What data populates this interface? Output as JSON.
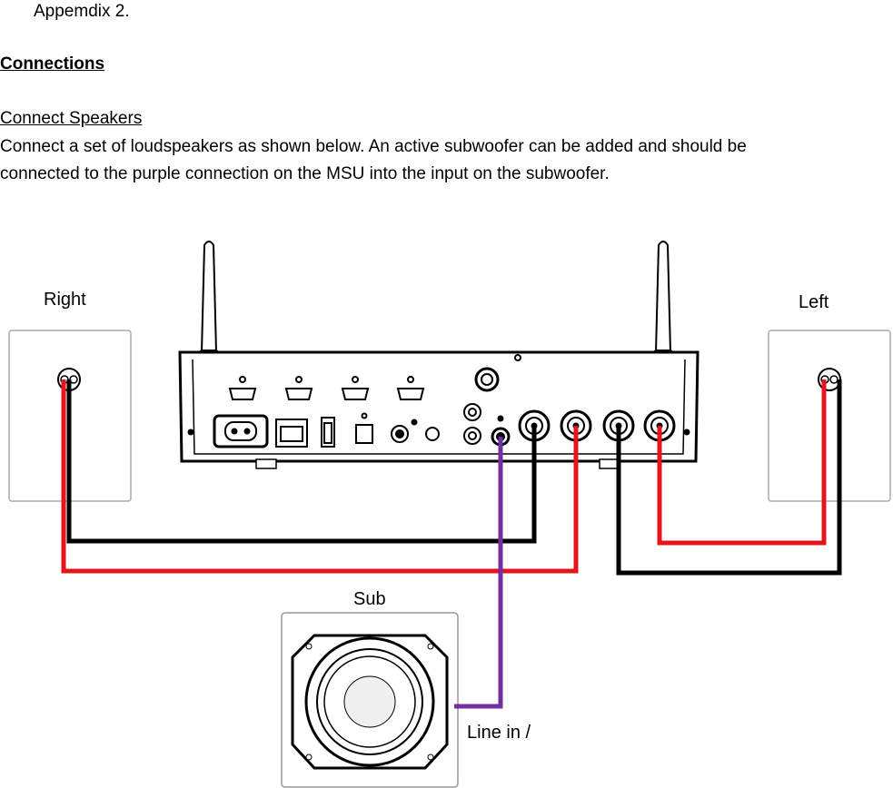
{
  "doc": {
    "appendix": "Appemdix 2.",
    "heading": "Connections",
    "subheading": "Connect Speakers",
    "body_line1": "Connect a set of loudspeakers as shown below. An active subwoofer can be added and should be",
    "body_line2": "connected to the purple connection on the MSU into the input on the subwoofer."
  },
  "diagram": {
    "label_right": "Right",
    "label_left": "Left",
    "label_sub": "Sub",
    "label_linein": "Line in /",
    "wire_colors": {
      "red": "#e8141c",
      "black": "#000000",
      "purple": "#7030a0"
    }
  }
}
